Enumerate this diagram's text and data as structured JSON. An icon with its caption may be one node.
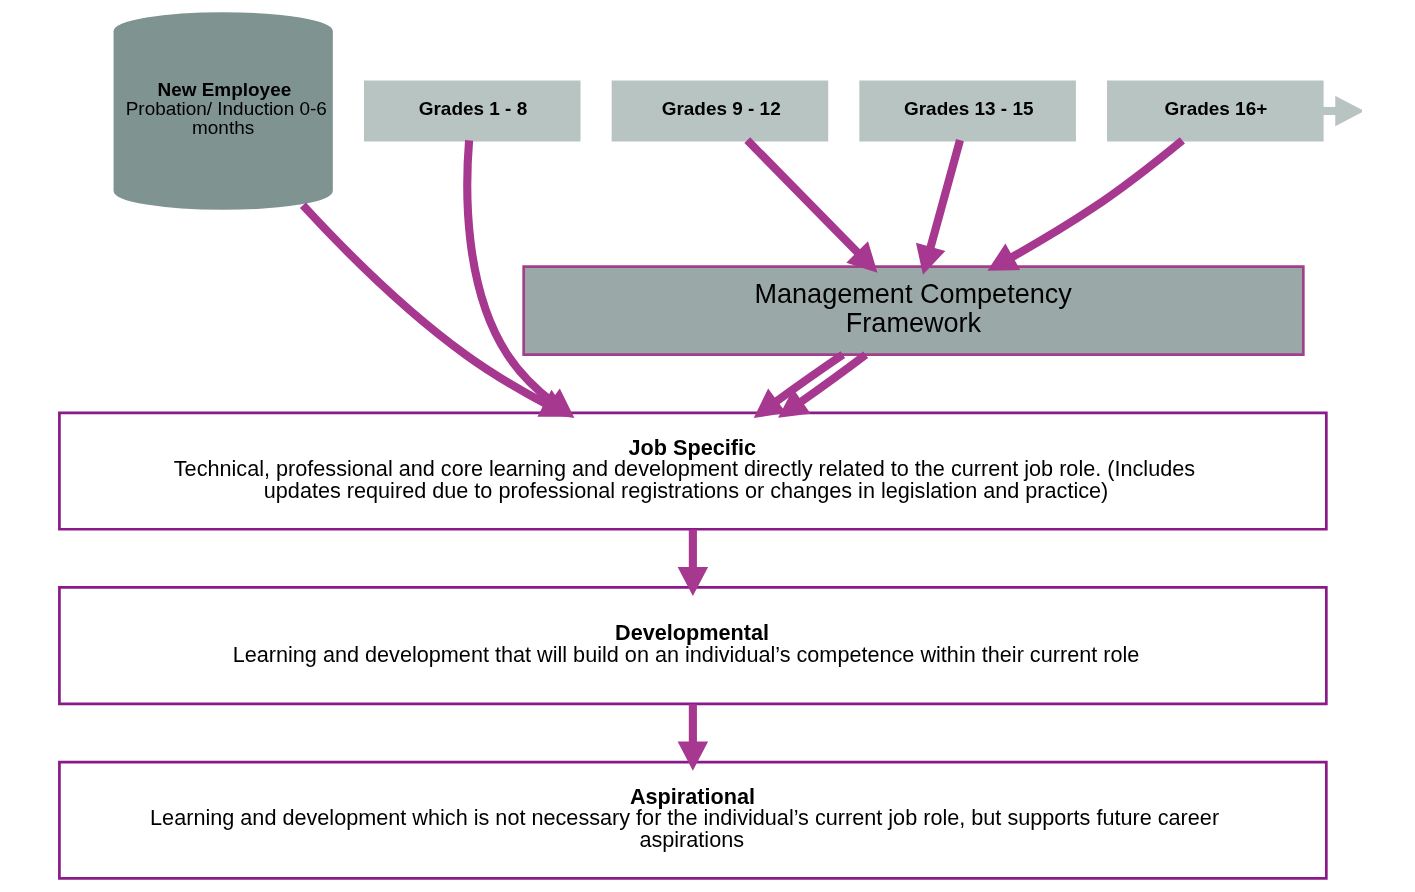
{
  "diagram": {
    "nodes": [
      {
        "text": [
          "New Employee",
          "Probation/ Induction 0-6 months"
        ]
      },
      {
        "text": [
          "Grades 1 - 8"
        ]
      },
      {
        "text": [
          "Grades 9 - 12"
        ]
      },
      {
        "text": [
          "Grades 13 - 15"
        ]
      },
      {
        "text": [
          "Grades 16+"
        ]
      },
      {
        "text": [
          "Management Competency Framework"
        ]
      },
      {
        "text": [
          "Job Specific",
          "Technical, professional and core learning and development directly related to the current job role. (Includes updates required due to professional registrations or changes in legislation and practice)"
        ]
      },
      {
        "text": [
          "Developmental",
          "Learning and development that will build on an individual’s competence within their current role"
        ]
      },
      {
        "text": [
          "Aspirational",
          "Learning and development which is not necessary for the individual’s current job role, but supports future career aspirations"
        ]
      }
    ],
    "edges": [
      {
        "from": 4,
        "to": null,
        "arrow": "to",
        "color": "#b8c4c2"
      },
      {
        "from": 0,
        "to": 6,
        "arrow": "to"
      },
      {
        "from": 1,
        "to": 6,
        "arrow": "to"
      },
      {
        "from": 2,
        "to": 5,
        "arrow": "to"
      },
      {
        "from": 3,
        "to": 5,
        "arrow": "to"
      },
      {
        "from": 4,
        "to": 5,
        "arrow": "to"
      },
      {
        "from": 5,
        "to": 6,
        "arrow": "to"
      },
      {
        "from": 5,
        "to": 6,
        "arrow": "to"
      },
      {
        "from": 6,
        "to": 7,
        "arrow": "to"
      },
      {
        "from": 7,
        "to": 8,
        "arrow": "to"
      }
    ]
  }
}
